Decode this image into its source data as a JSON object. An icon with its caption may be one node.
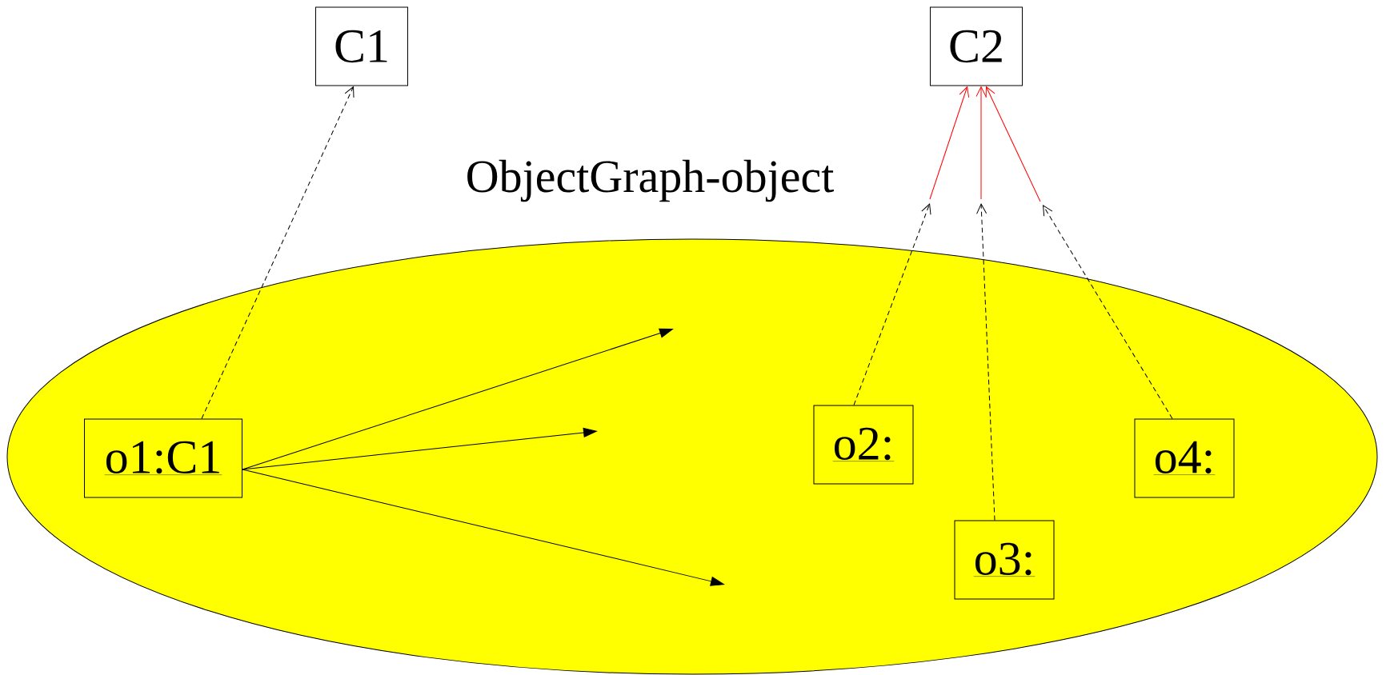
{
  "diagram": {
    "nodes": [
      {
        "text": [
          "ObjectGraph-object"
        ]
      },
      {
        "text": [
          "C1"
        ]
      },
      {
        "text": [
          "C2"
        ]
      },
      {
        "text": [
          "o1:C1"
        ],
        "in": 0
      },
      {
        "text": [
          "o2:"
        ],
        "in": 0
      },
      {
        "text": [
          "o3:"
        ],
        "in": 0
      },
      {
        "text": [
          "o4:"
        ],
        "in": 0
      }
    ],
    "edges": [
      {
        "from": 3,
        "to": null,
        "arrow": "to"
      },
      {
        "from": 3,
        "to": null,
        "arrow": "to"
      },
      {
        "from": 3,
        "to": null,
        "arrow": "to"
      },
      {
        "from": 3,
        "to": 1,
        "arrow": "to",
        "style": "dashed"
      },
      {
        "from": 4,
        "to": null,
        "arrow": "to",
        "style": "dashed"
      },
      {
        "from": 5,
        "to": null,
        "arrow": "to",
        "style": "dashed"
      },
      {
        "from": 6,
        "to": null,
        "arrow": "to",
        "style": "dashed"
      },
      {
        "from": null,
        "to": 2,
        "arrow": "to",
        "color": "#ff0000"
      },
      {
        "from": null,
        "to": 2,
        "arrow": "to",
        "color": "#ff0000"
      },
      {
        "from": null,
        "to": 2,
        "arrow": "to",
        "color": "#ff0000"
      }
    ]
  }
}
